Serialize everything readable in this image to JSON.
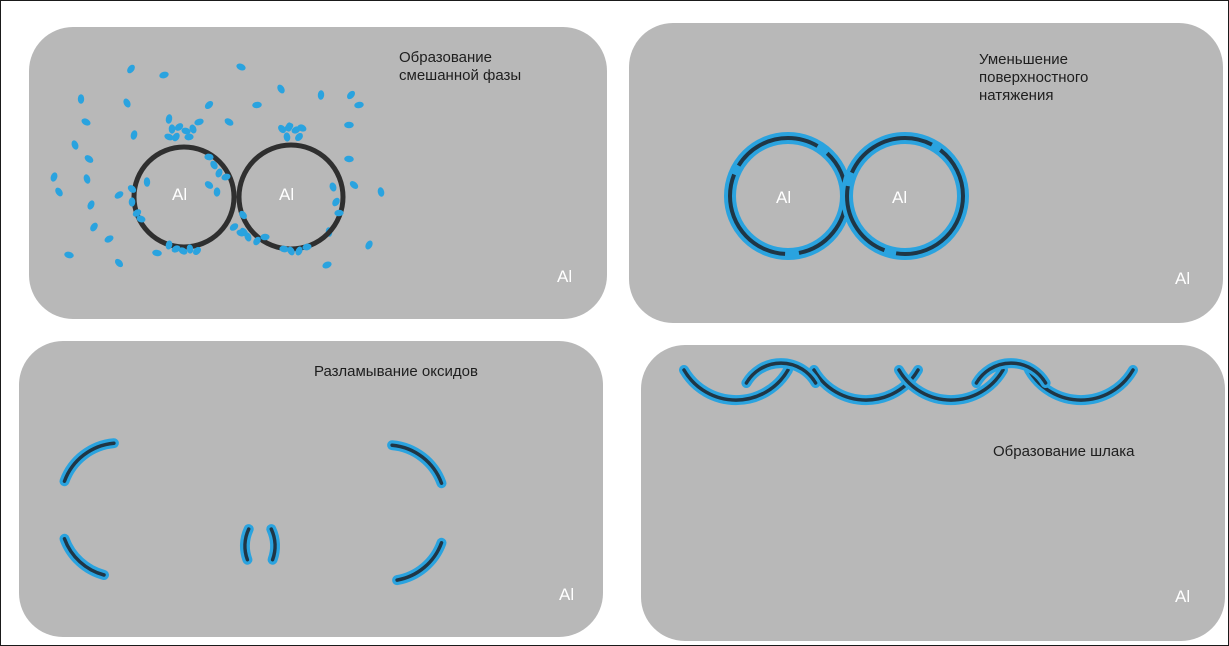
{
  "panels": [
    {
      "title": "Образование\nсмешанной фазы",
      "circle_labels": [
        "Al",
        "Al"
      ],
      "corner_label": "Al"
    },
    {
      "title": "Уменьшение\nповерхностного\nнатяжения",
      "circle_labels": [
        "Al",
        "Al"
      ],
      "corner_label": "Al"
    },
    {
      "title": "Разламывание оксидов",
      "corner_label": "Al"
    },
    {
      "title": "Образование шлака",
      "corner_label": "Al"
    }
  ],
  "colors": {
    "panel_bg": "#b8b8b8",
    "oxide_blue": "#2aa3df",
    "oxide_dark": "#1f3646",
    "circle_dark": "#2f2f2f",
    "text": "#1e1e1e",
    "al_label": "#ffffff"
  }
}
